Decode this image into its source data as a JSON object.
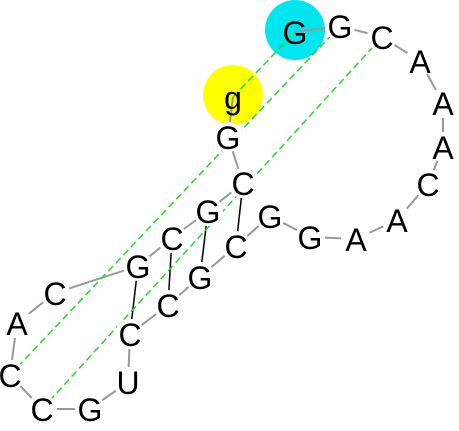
{
  "sequence": [
    {
      "base": "g",
      "highlight": "yellow"
    },
    {
      "base": "G",
      "highlight": null
    },
    {
      "base": "C",
      "highlight": null
    },
    {
      "base": "G",
      "highlight": null
    },
    {
      "base": "C",
      "highlight": null
    },
    {
      "base": "G",
      "highlight": null
    },
    {
      "base": "C",
      "highlight": null
    },
    {
      "base": "A",
      "highlight": null
    },
    {
      "base": "C",
      "highlight": null
    },
    {
      "base": "C",
      "highlight": null
    },
    {
      "base": "G",
      "highlight": null
    },
    {
      "base": "U",
      "highlight": null
    },
    {
      "base": "C",
      "highlight": null
    },
    {
      "base": "C",
      "highlight": null
    },
    {
      "base": "G",
      "highlight": null
    },
    {
      "base": "C",
      "highlight": null
    },
    {
      "base": "G",
      "highlight": null
    },
    {
      "base": "G",
      "highlight": null
    },
    {
      "base": "A",
      "highlight": null
    },
    {
      "base": "A",
      "highlight": null
    },
    {
      "base": "C",
      "highlight": null
    },
    {
      "base": "A",
      "highlight": null
    },
    {
      "base": "A",
      "highlight": null
    },
    {
      "base": "A",
      "highlight": null
    },
    {
      "base": "C",
      "highlight": null
    },
    {
      "base": "G",
      "highlight": null
    },
    {
      "base": "G",
      "highlight": "cyan"
    }
  ],
  "base_pairs": [
    [
      3,
      16
    ],
    [
      4,
      15
    ],
    [
      5,
      14
    ],
    [
      6,
      13
    ]
  ],
  "long_range_interactions": [
    [
      1,
      27
    ],
    [
      9,
      26
    ],
    [
      10,
      25
    ]
  ],
  "colors": {
    "backbone": "#999999",
    "pair_line": "#000000",
    "interaction_line": "#2bd32b",
    "highlight_yellow": "#ffff00",
    "highlight_cyan": "#00e5ee"
  }
}
